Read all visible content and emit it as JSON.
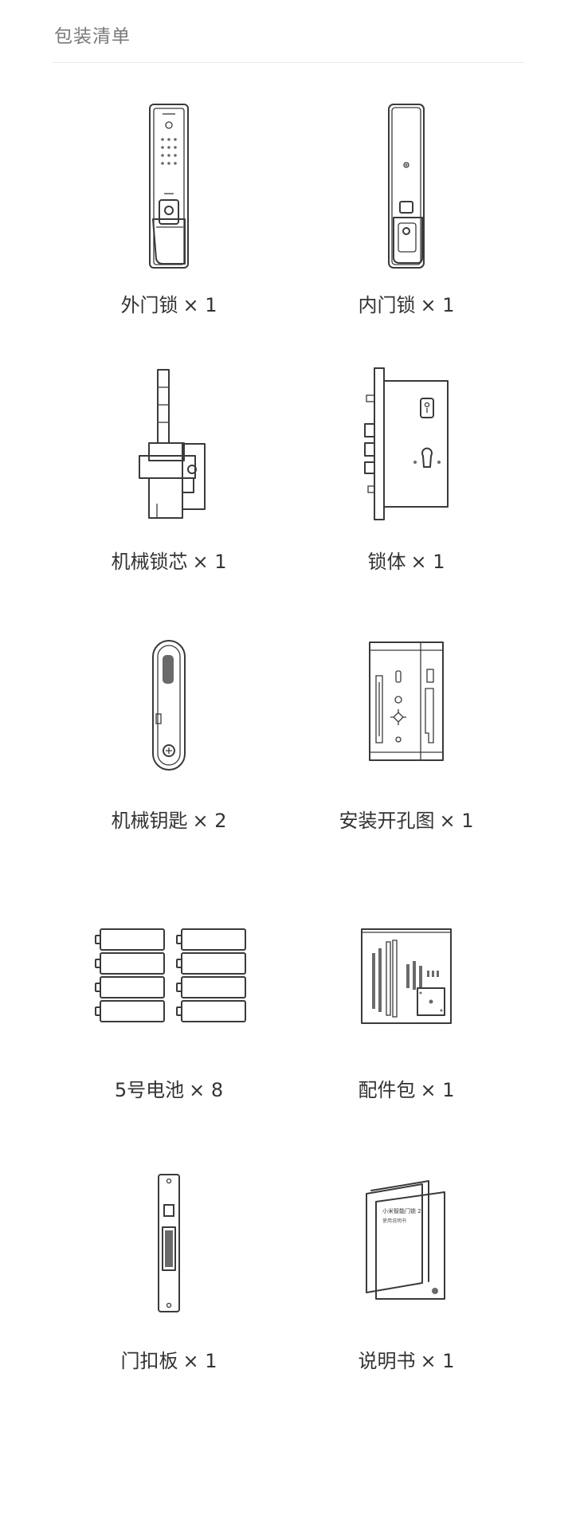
{
  "section": {
    "title": "包装清单"
  },
  "items": [
    {
      "name": "外门锁",
      "qty": "× 1",
      "icon": "outer-lock-icon"
    },
    {
      "name": "内门锁",
      "qty": "× 1",
      "icon": "inner-lock-icon"
    },
    {
      "name": "机械锁芯",
      "qty": "× 1",
      "icon": "lock-cylinder-icon"
    },
    {
      "name": "锁体",
      "qty": "× 1",
      "icon": "mortise-lock-body-icon"
    },
    {
      "name": "机械钥匙",
      "qty": "× 2",
      "icon": "mechanical-key-icon"
    },
    {
      "name": "安装开孔图",
      "qty": "× 1",
      "icon": "installation-template-icon"
    },
    {
      "name": "5号电池",
      "qty": "× 8",
      "icon": "aa-batteries-icon"
    },
    {
      "name": "配件包",
      "qty": "× 1",
      "icon": "accessory-pack-icon"
    },
    {
      "name": "门扣板",
      "qty": "× 1",
      "icon": "strike-plate-icon"
    },
    {
      "name": "说明书",
      "qty": "× 1",
      "icon": "manual-booklet-icon"
    }
  ],
  "manual_cover": {
    "line1": "小米智能门锁 2",
    "line2": "使用说明书"
  }
}
